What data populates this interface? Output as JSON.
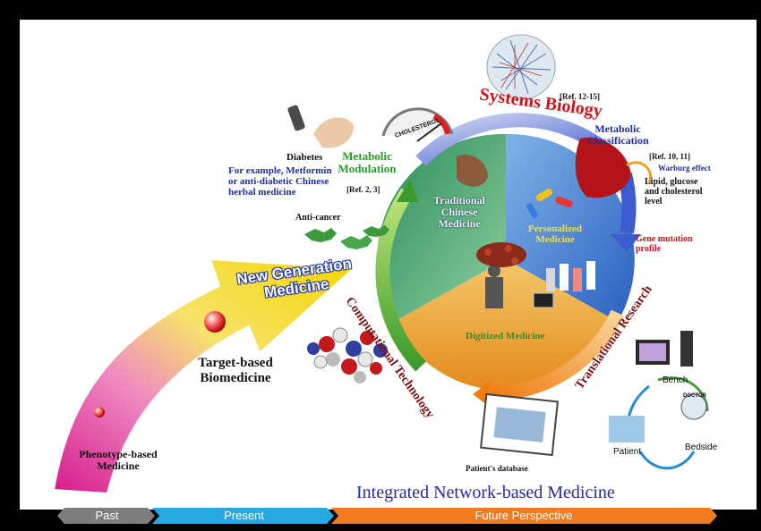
{
  "labels": {
    "systems_biology": "Systems Biology",
    "ref_12_15": "[Ref. 12-15]",
    "metabolic_classification": "Metabolic Classification",
    "ref_10_11": "[Ref. 10, 11]",
    "warburg_effect": "Warburg effect",
    "lipid": "Lipid, glucose and cholesterol level",
    "gene_mutation": "Gene mutation profile",
    "diabetes": "Diabetes",
    "metabolic_modulation": "Metabolic Modulation",
    "for_example": "For example, Metformin or anti-diabetic Chinese herbal medicine",
    "ref_2_3": "[Ref. 2, 3]",
    "anti_cancer": "Anti-cancer",
    "cholesterol_gauge": "CHOLESTEROL",
    "tcm": "Traditional Chinese Medicine",
    "personalized": "Personalized Medicine",
    "digitized": "Digitized Medicine",
    "new_generation": "New Generation Medicine",
    "computational": "Computational Technology",
    "translational": "Translational Research",
    "target_based": "Target-based Biomedicine",
    "phenotype_based": "Phenotype-based Medicine",
    "bench": "Bench",
    "bedside": "Bedside",
    "patient": "Patient",
    "doctor": "DOCTOR",
    "patients_database": "Patient's database",
    "integrated_title": "Integrated Network-based Medicine"
  },
  "timeline": {
    "past": "Past",
    "present": "Present",
    "future": "Future Perspective"
  },
  "colors": {
    "background": "#000000",
    "white_panel": "#ffffff",
    "timeline_past": "#7d7d7d",
    "timeline_present": "#27a9e1",
    "timeline_future": "#f47a20",
    "title_blue": "#2a2a9a",
    "systems_red": "#d0121b"
  }
}
